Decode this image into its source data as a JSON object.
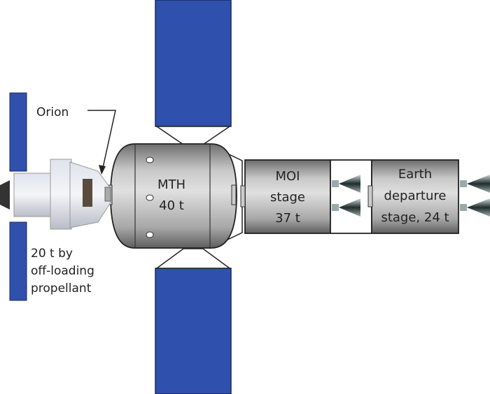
{
  "colors": {
    "solar_panel": "#2f50ad",
    "module_gray": "#9a9a9a",
    "outline": "#222222"
  },
  "labels": {
    "orion": "Orion",
    "orion_note": [
      "20 t by",
      "off-loading",
      "propellant"
    ],
    "mth": [
      "MTH",
      "40 t"
    ],
    "moi": [
      "MOI",
      "stage",
      "37 t"
    ],
    "eds": [
      "Earth",
      "departure",
      "stage, 24 t"
    ]
  }
}
